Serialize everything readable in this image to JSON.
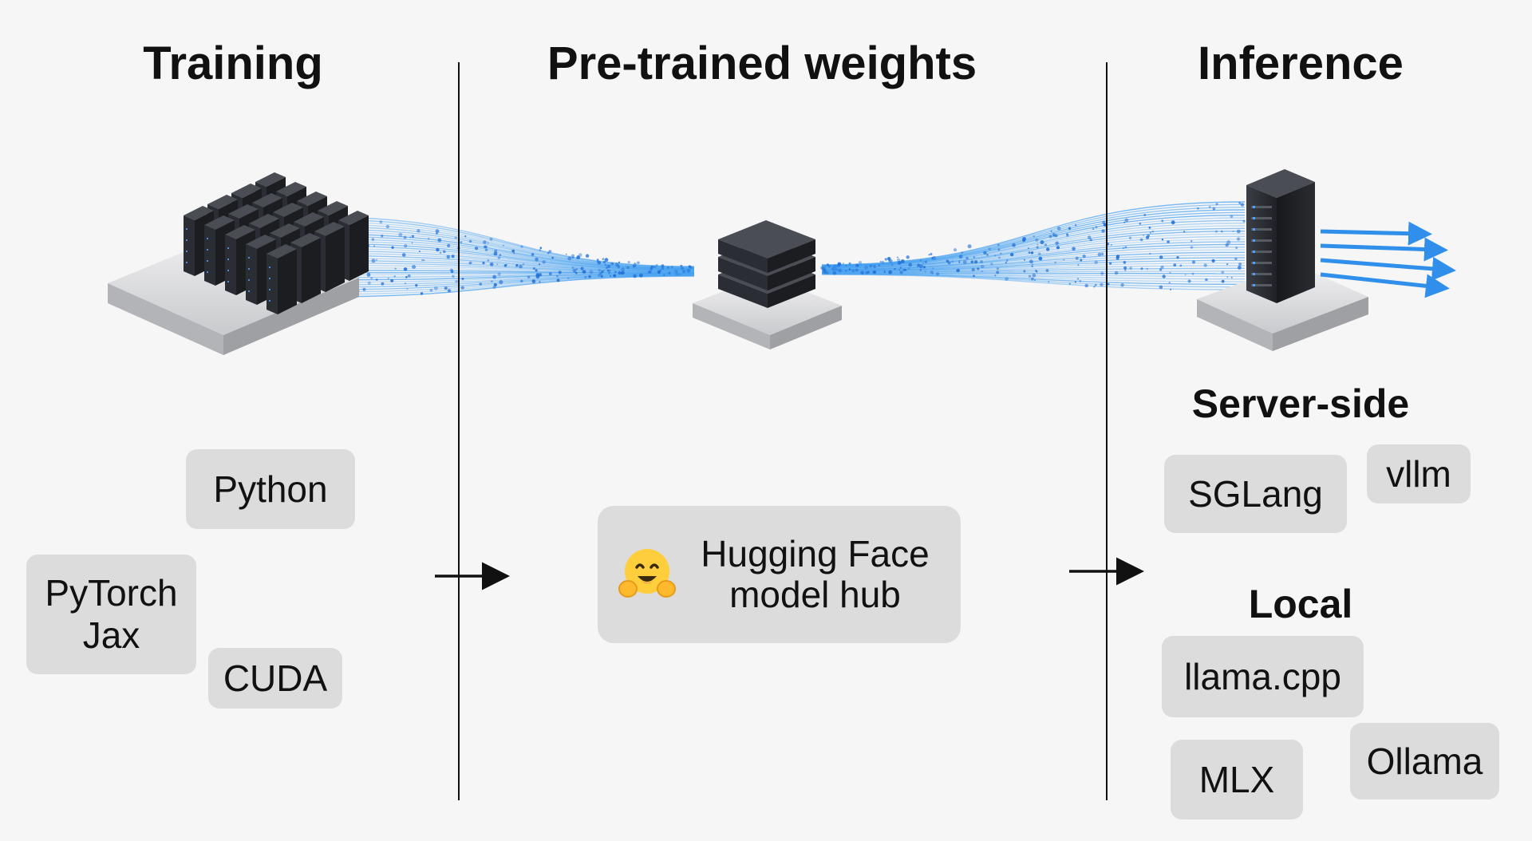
{
  "headings": {
    "training": "Training",
    "weights": "Pre-trained weights",
    "inference": "Inference"
  },
  "training_tools": {
    "python": "Python",
    "pytorch": "PyTorch",
    "jax": "Jax",
    "cuda": "CUDA"
  },
  "hub": {
    "line1": "Hugging Face",
    "line2": "model hub",
    "icon": "hugging-face-emoji"
  },
  "inference": {
    "server_side": {
      "title": "Server-side",
      "items": [
        "SGLang",
        "vllm"
      ]
    },
    "local": {
      "title": "Local",
      "items": [
        "llama.cpp",
        "MLX",
        "Ollama"
      ]
    }
  },
  "colors": {
    "background": "#f6f6f6",
    "chip": "#dcdcdc",
    "stream": "#3a9bf0",
    "server": "#2f3238"
  }
}
